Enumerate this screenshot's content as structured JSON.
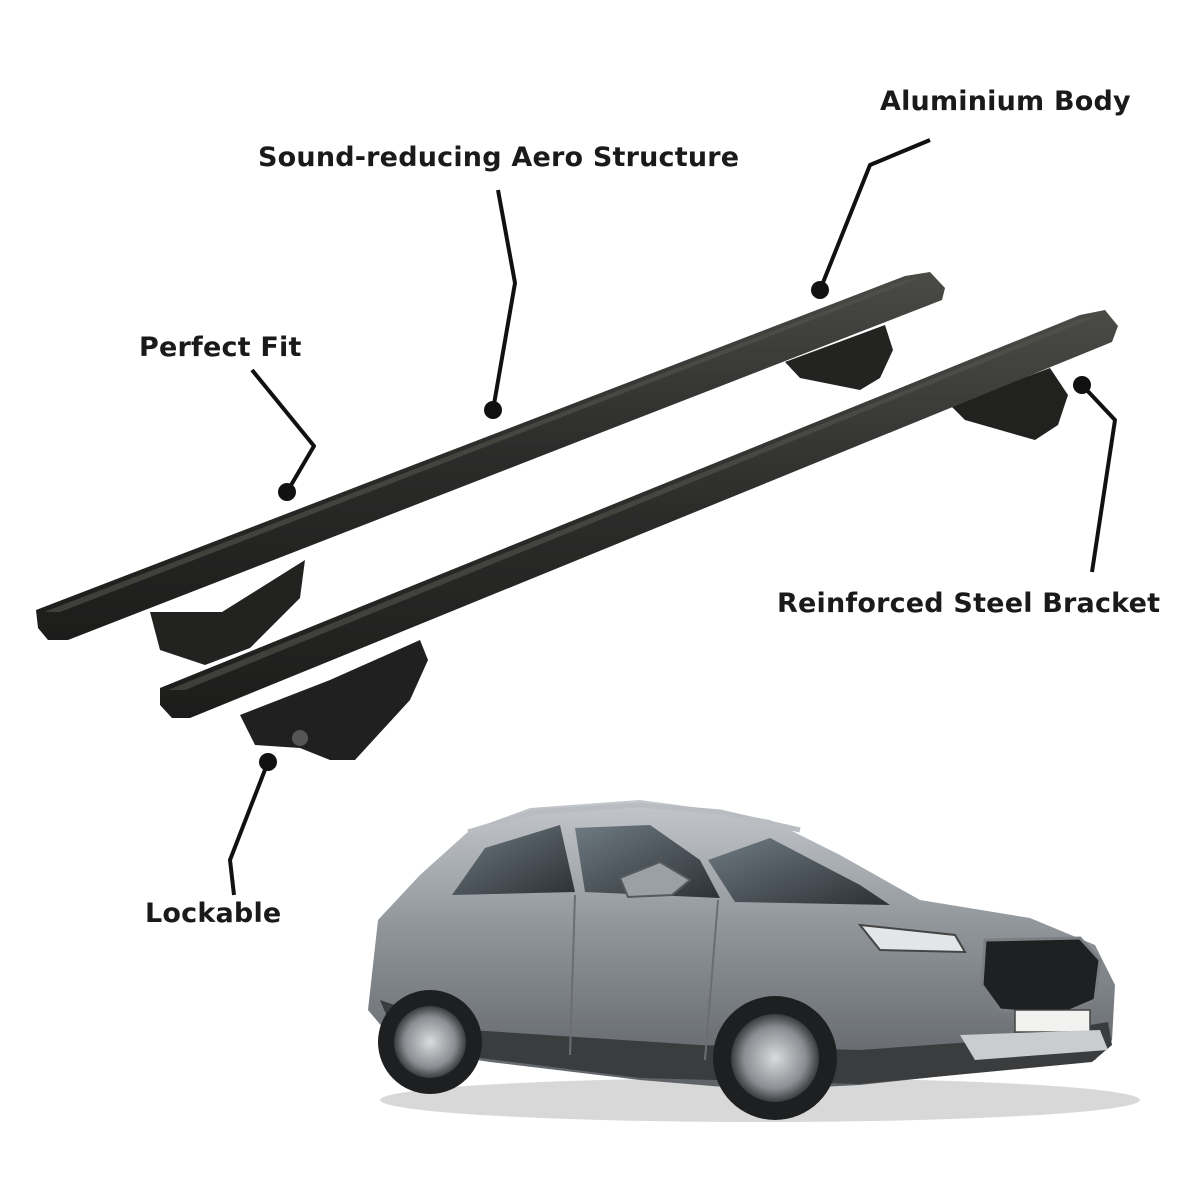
{
  "labels": {
    "aluminium_body": "Aluminium Body",
    "sound_reducing": "Sound-reducing Aero Structure",
    "perfect_fit": "Perfect Fit",
    "reinforced_bracket": "Reinforced Steel Bracket",
    "lockable": "Lockable"
  },
  "colors": {
    "bar": "#2b2b2a",
    "bar_highlight": "#4a4a47",
    "leader_line": "#111111",
    "car_body": "#8f9499",
    "text": "#1a1a1a"
  }
}
